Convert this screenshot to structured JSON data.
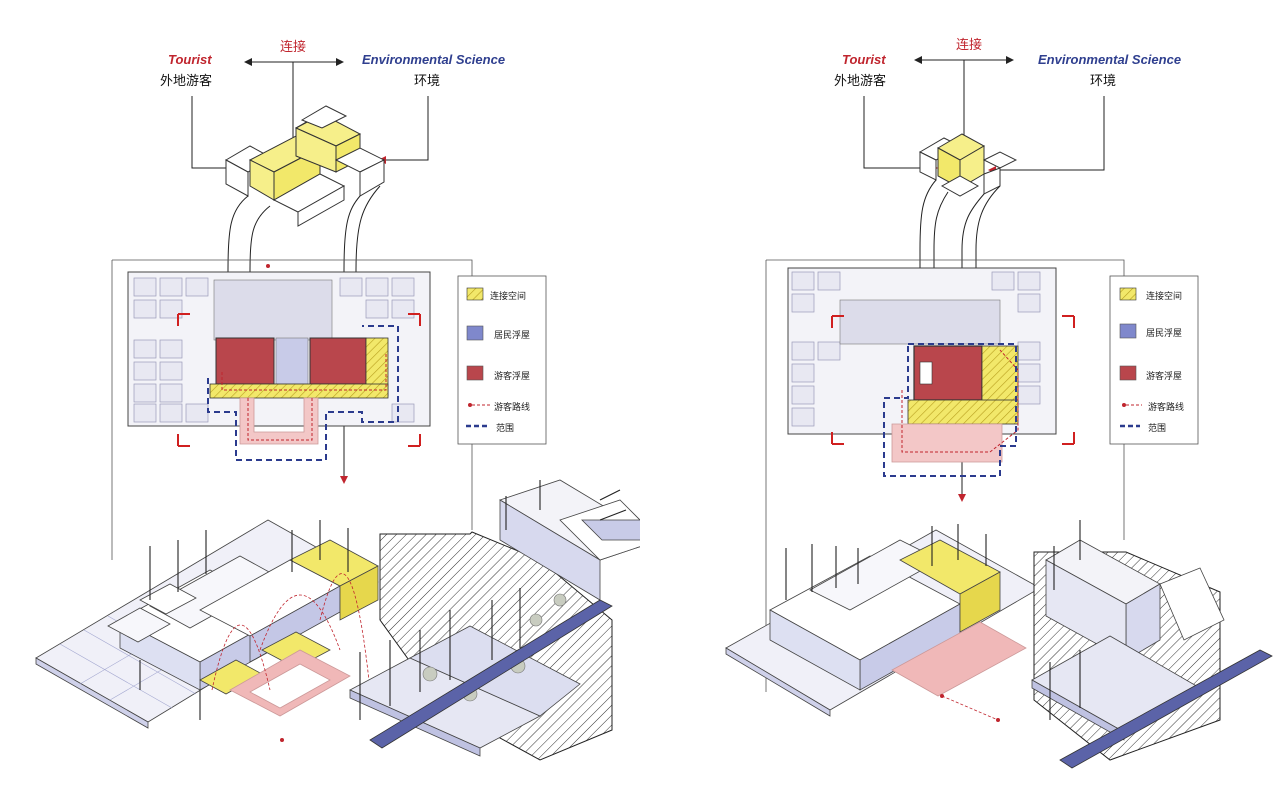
{
  "diagrams": [
    {
      "tourist_en": "Tourist",
      "tourist_cn": "外地游客",
      "link_cn": "连接",
      "env_en": "Environmental Science",
      "env_cn": "环境",
      "legend": [
        {
          "label": "连接空间",
          "kind": "hatch-yellow"
        },
        {
          "label": "居民浮屋",
          "kind": "blue-square"
        },
        {
          "label": "游客浮屋",
          "kind": "red-square"
        },
        {
          "label": "游客路线",
          "kind": "red-dashed"
        },
        {
          "label": "范围",
          "kind": "blue-dashed"
        }
      ]
    },
    {
      "tourist_en": "Tourist",
      "tourist_cn": "外地游客",
      "link_cn": "连接",
      "env_en": "Environmental Science",
      "env_cn": "环境",
      "legend": [
        {
          "label": "连接空间",
          "kind": "hatch-yellow"
        },
        {
          "label": "居民浮屋",
          "kind": "blue-square"
        },
        {
          "label": "游客浮屋",
          "kind": "red-square"
        },
        {
          "label": "游客路线",
          "kind": "red-dashed"
        },
        {
          "label": "范围",
          "kind": "blue-dashed"
        }
      ]
    }
  ],
  "colors": {
    "tourist_red": "#c0252e",
    "env_blue": "#2f3f8f",
    "connect_yellow": "#f2e86a",
    "resident_blue": "#7f88cc",
    "tourist_room_red": "#b9464c",
    "range_blue": "#2b3b8e"
  }
}
